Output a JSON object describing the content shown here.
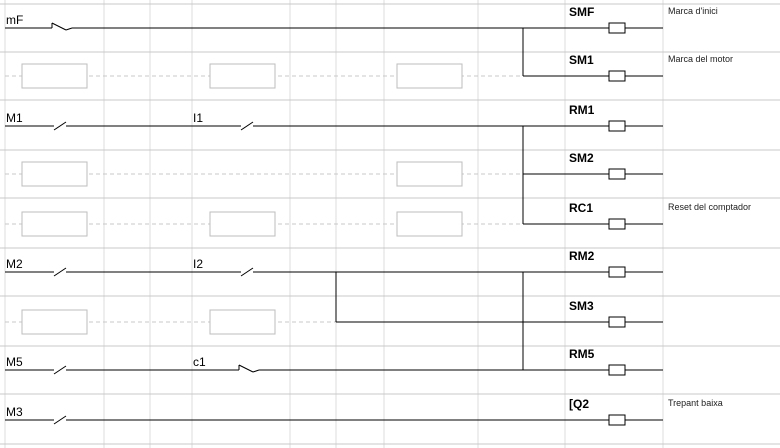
{
  "rungs": [
    {
      "contacts": [
        {
          "label": "mF",
          "type": "nc"
        }
      ],
      "coil": "SMF",
      "comment": "Marca d'inici"
    },
    {
      "contacts": [],
      "coil": "SM1",
      "comment": "Marca del motor"
    },
    {
      "contacts": [
        {
          "label": "M1",
          "type": "no"
        },
        {
          "label": "I1",
          "type": "no"
        }
      ],
      "coil": "RM1",
      "comment": ""
    },
    {
      "contacts": [],
      "coil": "SM2",
      "comment": ""
    },
    {
      "contacts": [],
      "coil": "RC1",
      "comment": "Reset del comptador"
    },
    {
      "contacts": [
        {
          "label": "M2",
          "type": "no"
        },
        {
          "label": "I2",
          "type": "no"
        }
      ],
      "coil": "RM2",
      "comment": ""
    },
    {
      "contacts": [],
      "coil": "SM3",
      "comment": ""
    },
    {
      "contacts": [
        {
          "label": "M5",
          "type": "no"
        },
        {
          "label": "c1",
          "type": "nc"
        }
      ],
      "coil": "RM5",
      "comment": ""
    },
    {
      "contacts": [
        {
          "label": "M3",
          "type": "no"
        }
      ],
      "coil": "[Q2",
      "comment": "Trepant baixa"
    }
  ],
  "colors": {
    "wire": "#000000",
    "grid": "#c8c8c8",
    "background": "#ffffff"
  }
}
